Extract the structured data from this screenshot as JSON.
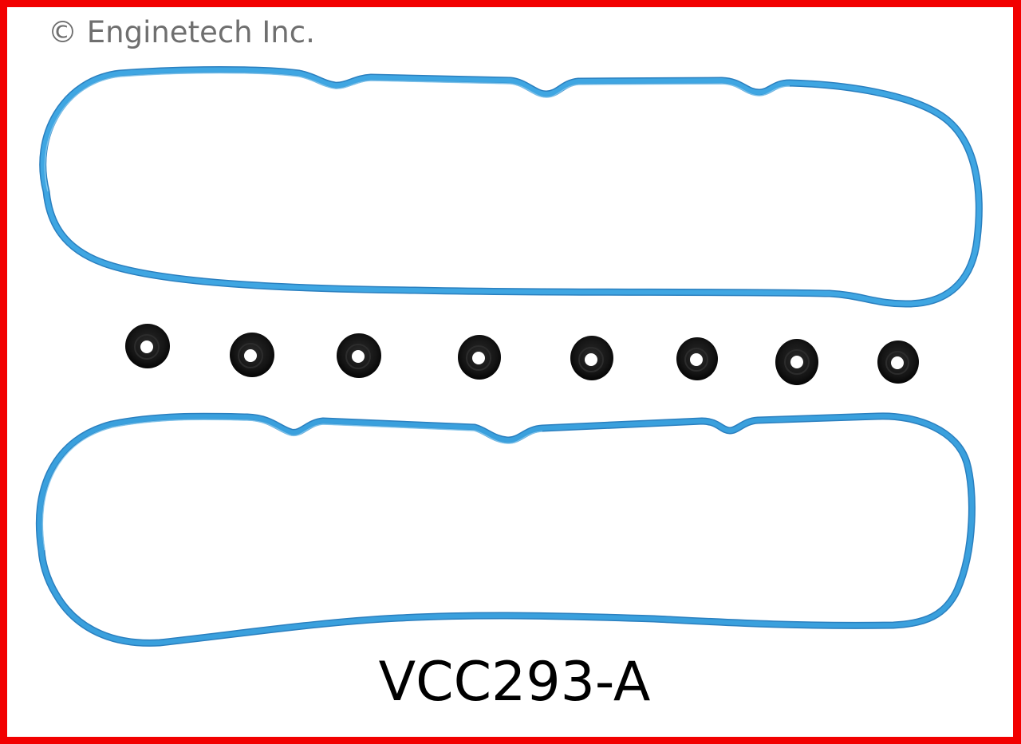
{
  "watermark": {
    "copyright_text": "© Enginetech Inc."
  },
  "product": {
    "part_number": "VCC293-A",
    "components": {
      "valve_cover_gaskets": 2,
      "grommets": 8
    }
  },
  "colors": {
    "border": "#f20000",
    "background": "#ffffff",
    "gasket_blue": "#3aa0dd",
    "gasket_highlight": "#8fd0f3",
    "gasket_shadow": "#2a7fbf",
    "grommet_black": "#121212",
    "watermark_gray": "#6f6f6f",
    "label_black": "#000000"
  }
}
